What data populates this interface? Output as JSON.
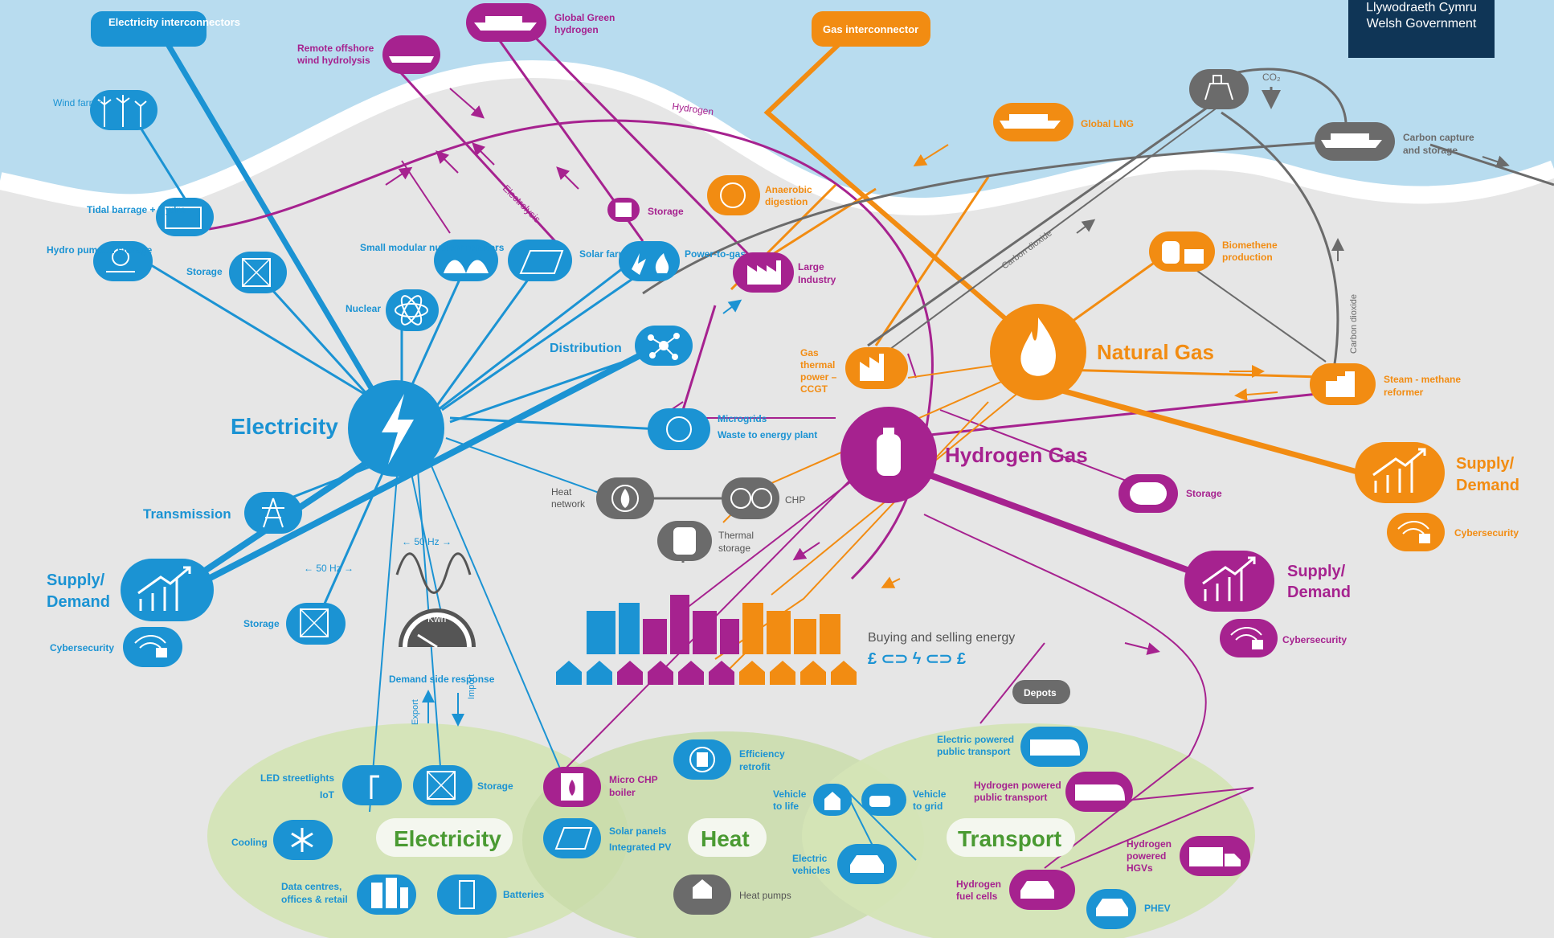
{
  "government": {
    "line1": "Llywodraeth Cymru",
    "line2": "Welsh Government"
  },
  "hubs": {
    "electricity": "Electricity",
    "natural_gas": "Natural Gas",
    "hydrogen_gas": "Hydrogen Gas"
  },
  "zones": {
    "electricity": "Electricity",
    "heat": "Heat",
    "transport": "Transport"
  },
  "colors": {
    "electricity": "#1b93d3",
    "gas": "#f28c12",
    "hydrogen": "#a6228f",
    "carbon": "#6b6b6b",
    "sea": "#b8dcef",
    "land": "#e6e6e6",
    "zone": "#d4e4b6",
    "zone_label": "#4a9a32"
  },
  "labels": {
    "elec_interconnectors": "Electricity interconnectors",
    "wind_farms": "Wind farms",
    "tidal": "Tidal barrage + Hydro",
    "hydro_pumped": "Hydro pumped storage",
    "storage": "Storage",
    "remote_offshore": "Remote offshore wind hydrolysis",
    "global_green_h2": "Global Green hydrogen",
    "gas_interconnector": "Gas interconnector",
    "hydrogen_line": "Hydrogen",
    "electrolysis": "Electrolysis",
    "small_modular": "Small modular nuclear reactors",
    "nuclear": "Nuclear",
    "solar_farms": "Solar farms",
    "power_to_gas": "Power-to-gas",
    "anaerobic": "Anaerobic digestion",
    "large_industry": "Large Industry",
    "distribution": "Distribution",
    "microgrids": "Microgrids",
    "waste_energy": "Waste to energy plant",
    "gas_thermal": "Gas thermal power – CCGT",
    "global_lng": "Global LNG",
    "co2": "CO₂",
    "carbon_capture": "Carbon capture and storage",
    "carbon_dioxide": "Carbon dioxide",
    "biomethene": "Biomethene production",
    "steam_methane": "Steam - methane reformer",
    "supply_demand": "Supply/ Demand",
    "cybersecurity": "Cybersecurity",
    "transmission": "Transmission",
    "hz50": "← 50 Hz →",
    "kwh": "Kwh",
    "demand_side": "Demand side response",
    "export": "Export",
    "import": "Import",
    "heat_network": "Heat network",
    "chp": "CHP",
    "thermal_storage": "Thermal storage",
    "buying_selling": "Buying and selling energy",
    "money_chain": "£ ⊂⊃ ϟ ⊂⊃ £",
    "depots": "Depots",
    "led_streetlights": "LED streetlights",
    "iot": "IoT",
    "cooling": "Cooling",
    "data_centres": "Data centres, offices & retail",
    "batteries": "Batteries",
    "micro_chp": "Micro CHP boiler",
    "solar_panels": "Solar panels Integrated PV",
    "efficiency": "Efficiency retrofit",
    "heat_pumps": "Heat pumps",
    "vehicle_to_life": "Vehicle to life",
    "vehicle_to_grid": "Vehicle to grid",
    "electric_vehicles": "Electric vehicles",
    "electric_public": "Electric powered public transport",
    "hydrogen_public": "Hydrogen powered public transport",
    "hydrogen_hgvs": "Hydrogen powered HGVs",
    "hydrogen_fuel_cells": "Hydrogen fuel cells",
    "phev": "PHEV"
  },
  "icons": [
    "lightning-icon",
    "flame-icon",
    "gas-cylinder-icon",
    "wind-turbine-icon",
    "ship-icon",
    "dam-icon",
    "water-wheel-icon",
    "grid-storage-icon",
    "atom-icon",
    "solar-panel-icon",
    "factory-icon",
    "network-icon",
    "pylon-icon",
    "chart-up-icon",
    "wifi-lock-icon",
    "oil-rig-icon",
    "tank-icon",
    "buildings-icon",
    "houses-icon",
    "gauge-icon",
    "wave-icon",
    "train-icon",
    "truck-icon",
    "car-icon",
    "battery-icon",
    "snowflake-icon",
    "streetlight-icon",
    "house-icon",
    "heat-pump-icon"
  ]
}
